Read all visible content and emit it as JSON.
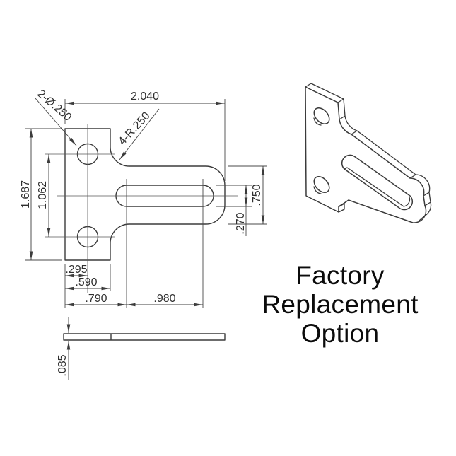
{
  "drawing": {
    "dims": {
      "overall_width": "2.040",
      "overall_height": "1.687",
      "hole_spacing": "1.062",
      "hole_offset_x": ".295",
      "plate_width": ".590",
      "slot_start": ".790",
      "slot_length": ".980",
      "arm_height": ".750",
      "slot_width": ".270",
      "thickness": ".085",
      "hole_callout": "2-Ø.250",
      "fillet_callout": "4-R.250"
    }
  },
  "caption": {
    "line1": "Factory",
    "line2": "Replacement",
    "line3": "Option"
  },
  "colors": {
    "background": "#ffffff",
    "line": "#3b3b3b",
    "text": "#2f2f2f"
  }
}
